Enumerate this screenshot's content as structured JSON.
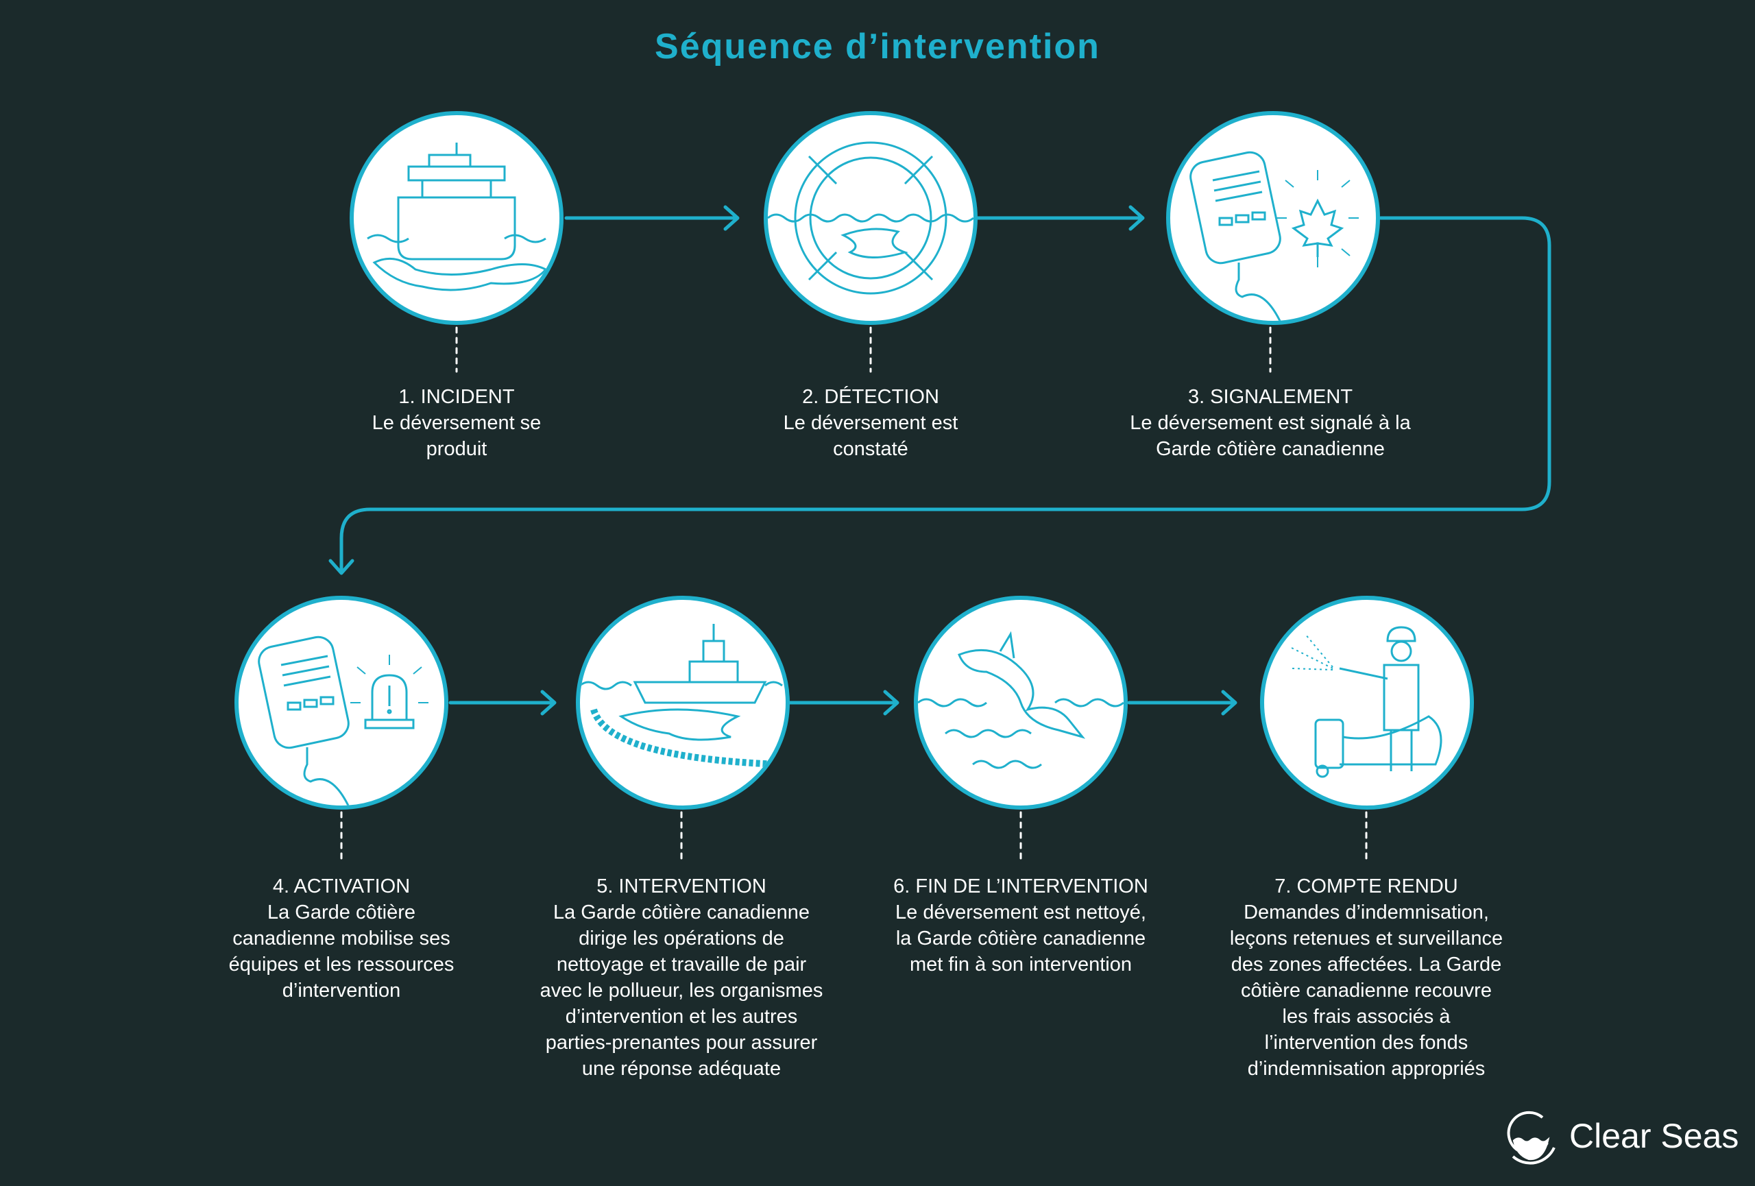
{
  "title": "Séquence d’intervention",
  "accent_color": "#1fb0cc",
  "background_color": "#1b2a2b",
  "steps": [
    {
      "heading": "1. INCIDENT",
      "text": "Le déversement se produit",
      "icon": "ship-spill-icon"
    },
    {
      "heading": "2. DÉTECTION",
      "text": "Le déversement est constaté",
      "icon": "detection-target-icon"
    },
    {
      "heading": "3. SIGNALEMENT",
      "text": "Le déversement est signalé à la Garde côtière canadienne",
      "icon": "radio-maple-leaf-icon"
    },
    {
      "heading": "4. ACTIVATION",
      "text": "La Garde côtière canadienne mobilise ses équipes et les ressources d’intervention",
      "icon": "radio-alarm-icon"
    },
    {
      "heading": "5. INTERVENTION",
      "text": "La Garde côtière canadienne dirige les opérations de nettoyage et travaille de pair avec le pollueur, les organismes d’intervention et les autres parties-prenantes pour assurer une réponse adéquate",
      "icon": "boat-boom-icon"
    },
    {
      "heading": "6. FIN DE L’INTERVENTION",
      "text": "Le déversement est nettoyé, la Garde côtière canadienne met fin à son intervention",
      "icon": "orca-icon"
    },
    {
      "heading": "7. COMPTE RENDU",
      "text": "Demandes d’indemnisation, leçons retenues et surveillance des zones affectées. La Garde côtière canadienne recouvre les frais associés à l’intervention des fonds d’indemnisation appropriés",
      "icon": "worker-pressure-washer-icon"
    }
  ],
  "logo": {
    "text": "Clear Seas"
  }
}
